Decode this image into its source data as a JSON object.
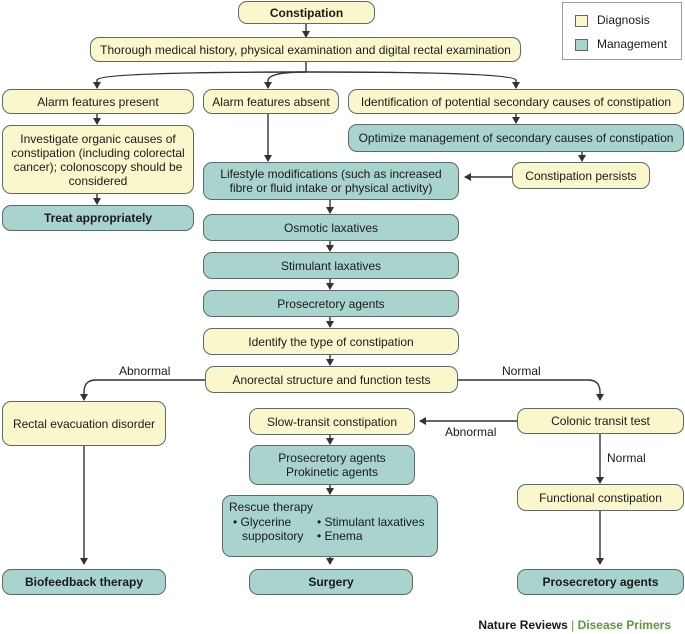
{
  "legend": {
    "diagnosis": "Diagnosis",
    "management": "Management",
    "diagnosis_color": "#fbf7cc",
    "management_color": "#a9d3cd"
  },
  "nodes": {
    "constipation": "Constipation",
    "history": "Thorough medical history, physical examination and digital rectal examination",
    "alarm_present": "Alarm features present",
    "alarm_absent": "Alarm features absent",
    "secondary_id": "Identification of potential secondary causes of constipation",
    "investigate": "Investigate organic causes of constipation (including colorectal cancer); colonoscopy should be considered",
    "optimize": "Optimize management of secondary causes of constipation",
    "treat": "Treat appropriately",
    "persists": "Constipation persists",
    "lifestyle": "Lifestyle modifications (such as increased fibre or fluid intake or physical activity)",
    "osmotic": "Osmotic laxatives",
    "stimulant": "Stimulant laxatives",
    "prosecretory": "Prosecretory agents",
    "identify_type": "Identify the type of constipation",
    "anorectal": "Anorectal structure and function tests",
    "rectal_evac": "Rectal evacuation disorder",
    "slow_transit": "Slow-transit constipation",
    "colonic_transit": "Colonic transit test",
    "prosec_prokinetic_1": "Prosecretory agents",
    "prosec_prokinetic_2": "Prokinetic agents",
    "functional": "Functional constipation",
    "rescue_title": "Rescue therapy",
    "rescue_item_1": "• Glycerine",
    "rescue_item_1b": "suppository",
    "rescue_item_2": "• Stimulant laxatives",
    "rescue_item_3": "• Enema",
    "biofeedback": "Biofeedback therapy",
    "surgery": "Surgery",
    "prosecretory_final": "Prosecretory agents"
  },
  "edge_labels": {
    "abnormal_left": "Abnormal",
    "normal_right": "Normal",
    "abnormal_mid": "Abnormal",
    "normal_down": "Normal"
  },
  "footer": {
    "brand": "Nature Reviews",
    "separator": "|",
    "series": "Disease Primers",
    "series_color": "#5a9a3a"
  }
}
